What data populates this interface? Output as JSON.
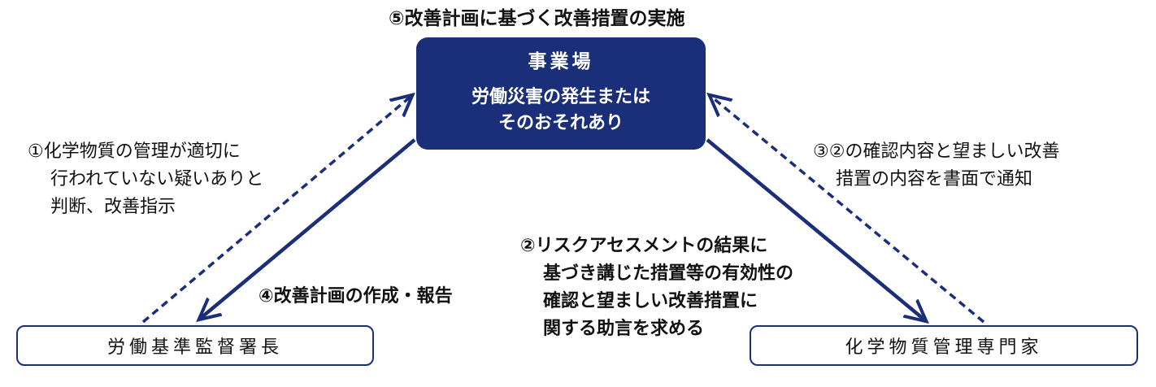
{
  "top_caption": "⑤改善計画に基づく改善措置の実施",
  "center": {
    "title": "事業場",
    "lines": [
      "労働災害の発生または",
      "そのおそれあり"
    ]
  },
  "left_node": "労働基準監督署長",
  "right_node": "化学物質管理専門家",
  "step1": [
    "①化学物質の管理が適切に",
    "行われていない疑いありと",
    "判断、改善指示"
  ],
  "step2": [
    "②リスクアセスメントの結果に",
    "基づき講じた措置等の有効性の",
    "確認と望ましい改善措置に",
    "関する助言を求める"
  ],
  "step3": [
    "③②の確認内容と望ましい改善",
    "措置の内容を書面で通知"
  ],
  "step4": "④改善計画の作成・報告",
  "colors": {
    "navy": "#1b2e7a",
    "text": "#111111"
  }
}
